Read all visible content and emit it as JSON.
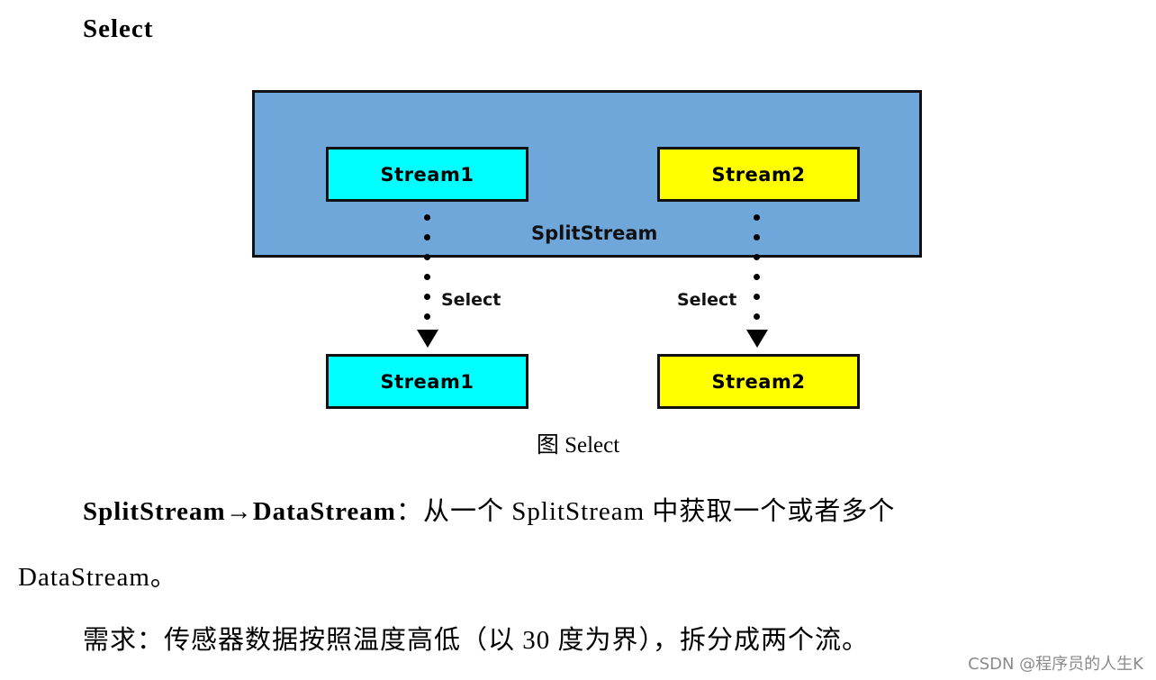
{
  "heading": "Select",
  "diagram": {
    "container_label": "SplitStream",
    "container_color": "#6fa7db",
    "top_streams": [
      {
        "label": "Stream1",
        "color": "#00ffff"
      },
      {
        "label": "Stream2",
        "color": "#ffff00"
      }
    ],
    "bottom_streams": [
      {
        "label": "Stream1",
        "color": "#00ffff"
      },
      {
        "label": "Stream2",
        "color": "#ffff00"
      }
    ],
    "edges": [
      {
        "from": "Stream1",
        "to": "Stream1",
        "label": "Select",
        "style": "dotted-arrow"
      },
      {
        "from": "Stream2",
        "to": "Stream2",
        "label": "Select",
        "style": "dotted-arrow"
      }
    ]
  },
  "caption": "图  Select",
  "paragraph1": {
    "bold_part": "SplitStream→DataStream",
    "rest_line1": "：从一个 SplitStream 中获取一个或者多个",
    "line2": "DataStream。"
  },
  "paragraph2": "需求：传感器数据按照温度高低（以 30 度为界），拆分成两个流。",
  "watermark": "CSDN @程序员的人生K"
}
